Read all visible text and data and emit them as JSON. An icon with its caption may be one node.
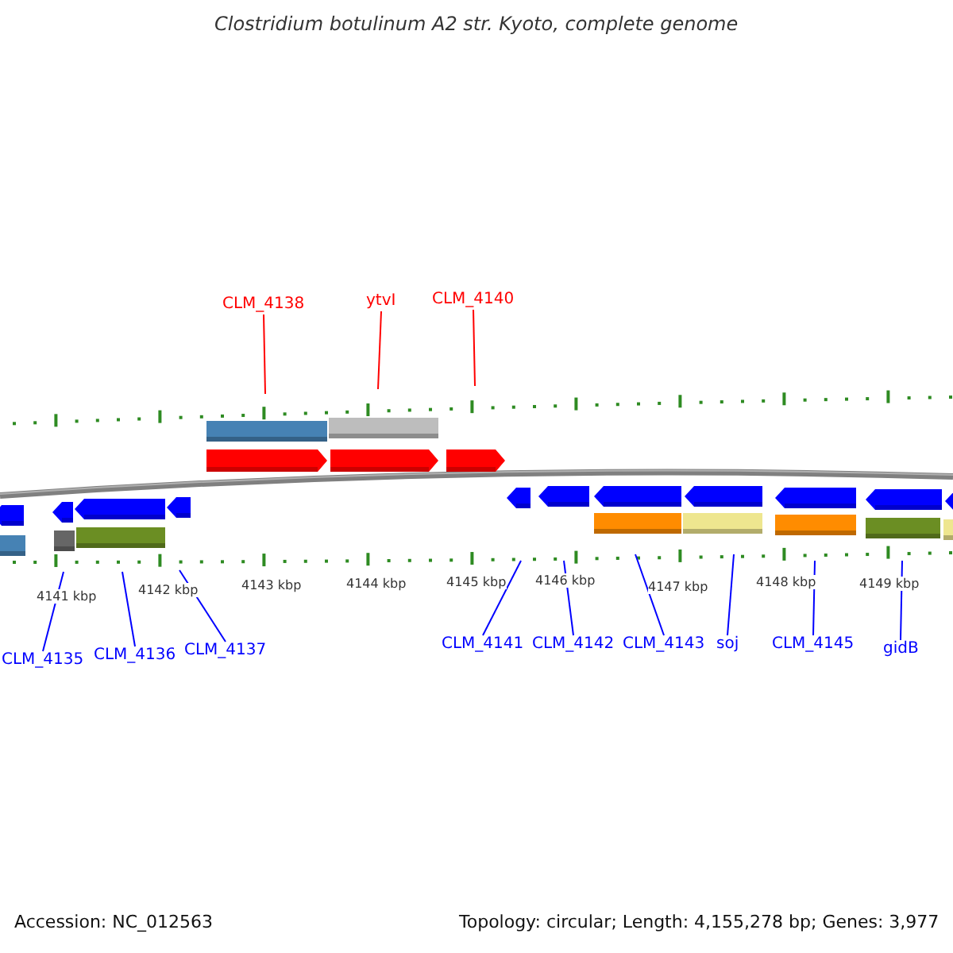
{
  "diagram": {
    "title": "Clostridium botulinum A2 str. Kyoto, complete genome",
    "nodes": [
      {
        "text": [
          "CLM_4138"
        ]
      },
      {
        "text": [
          "ytvI"
        ]
      },
      {
        "text": [
          "CLM_4140"
        ]
      },
      {
        "text": [
          "CLM_4135"
        ]
      },
      {
        "text": [
          "CLM_4136"
        ]
      },
      {
        "text": [
          "CLM_4137"
        ]
      },
      {
        "text": [
          "CLM_4141"
        ]
      },
      {
        "text": [
          "CLM_4142"
        ]
      },
      {
        "text": [
          "CLM_4143"
        ]
      },
      {
        "text": [
          "soj"
        ]
      },
      {
        "text": [
          "CLM_4145"
        ]
      },
      {
        "text": [
          "gidB"
        ]
      }
    ],
    "edges": [
      {
        "from": 0,
        "to": null,
        "arrow": "none",
        "color": "#ff0000"
      },
      {
        "from": 1,
        "to": null,
        "arrow": "none",
        "color": "#ff0000"
      },
      {
        "from": 2,
        "to": null,
        "arrow": "none",
        "color": "#ff0000"
      },
      {
        "from": 3,
        "to": null,
        "arrow": "none"
      },
      {
        "from": 4,
        "to": null,
        "arrow": "none"
      },
      {
        "from": 5,
        "to": null,
        "arrow": "none"
      },
      {
        "from": 6,
        "to": null,
        "arrow": "none"
      },
      {
        "from": 7,
        "to": null,
        "arrow": "none"
      },
      {
        "from": 8,
        "to": null,
        "arrow": "none"
      },
      {
        "from": 9,
        "to": null,
        "arrow": "none"
      },
      {
        "from": 10,
        "to": null,
        "arrow": "none"
      },
      {
        "from": 11,
        "to": null,
        "arrow": "none"
      }
    ],
    "labels": [
      "4141 kbp",
      "4142 kbp",
      "4143 kbp",
      "4144 kbp",
      "4145 kbp",
      "4146 kbp",
      "4147 kbp",
      "4148 kbp",
      "4149 kbp",
      "Accession: NC_012563",
      "Topology: circular; Length: 4,155,278 bp; Genes: 3,977"
    ]
  }
}
